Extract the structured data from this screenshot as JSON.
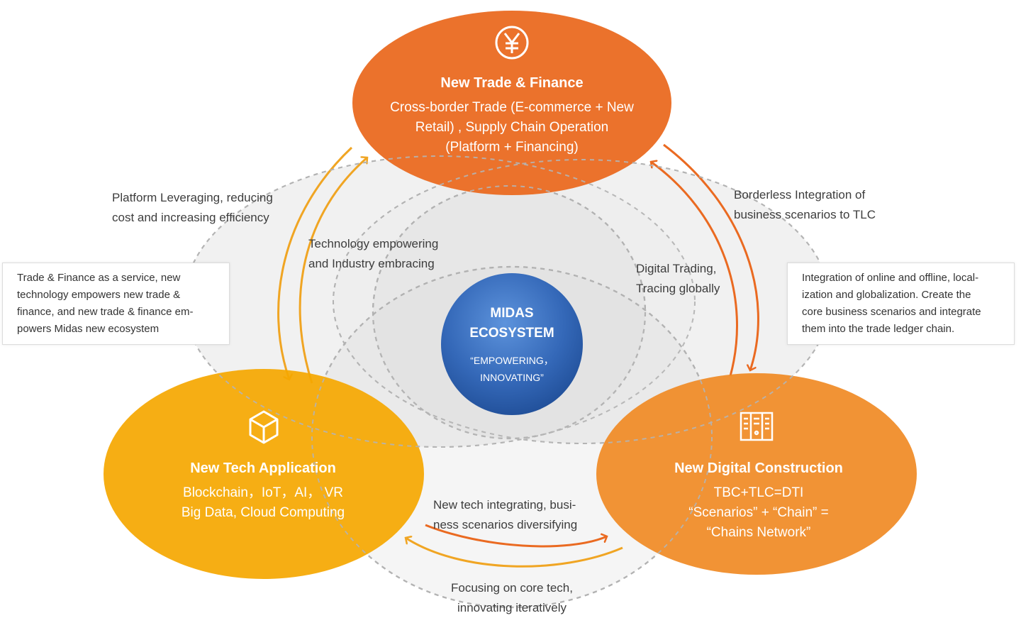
{
  "center": {
    "title_line1": "MIDAS",
    "title_line2": "ECOSYSTEM",
    "tag_line1": "“EMPOWERING，",
    "tag_line2": "INNOVATING”"
  },
  "nodes": {
    "trade": {
      "icon": "yen-icon",
      "title": "New Trade & Finance",
      "lines": [
        "Cross-border Trade (E-commerce + New",
        "Retail) , Supply Chain Operation",
        "(Platform + Financing)"
      ],
      "color": "#ea6a21"
    },
    "tech": {
      "icon": "cube-icon",
      "title": "New Tech Application",
      "lines": [
        "Blockchain，IoT，AI， VR",
        "Big Data, Cloud Computing"
      ],
      "color": "#f5a700"
    },
    "digital": {
      "icon": "server-icon",
      "title": "New Digital Construction",
      "lines": [
        "TBC+TLC=DTI",
        "“Scenarios” + “Chain” =",
        "“Chains Network”"
      ],
      "color": "#f08a24"
    }
  },
  "edges": {
    "trade_tech": [
      "Platform Leveraging, reducing",
      "cost and increasing efficiency"
    ],
    "trade_digital": [
      "Borderless Integration of",
      "business scenarios to TLC"
    ],
    "tech_digital": [
      "Focusing on core tech,",
      "innovating iteratively"
    ]
  },
  "inner_labels": {
    "tech_empowering": [
      "Technology empowering",
      "and Industry embracing"
    ],
    "digital_trading": [
      "Digital Trading,",
      "Tracing globally"
    ],
    "new_tech_integrating": [
      "New tech integrating, busi-",
      "ness scenarios diversifying"
    ]
  },
  "side_boxes": {
    "left": [
      "Trade & Finance as a service, new",
      "technology empowers new trade &",
      "finance, and new trade & finance em-",
      "powers Midas new ecosystem"
    ],
    "right": [
      "Integration of online and offline, local-",
      "ization and globalization. Create the",
      "core business scenarios and integrate",
      "them into the trade ledger chain."
    ]
  },
  "colors": {
    "center_dark": "#1f4d96",
    "center_light": "#4f86d3",
    "arrow_yellow": "#f0a523",
    "arrow_orange": "#ea6a21",
    "dashed": "#a8a8a8",
    "bg_ellipse": "#ececec"
  }
}
